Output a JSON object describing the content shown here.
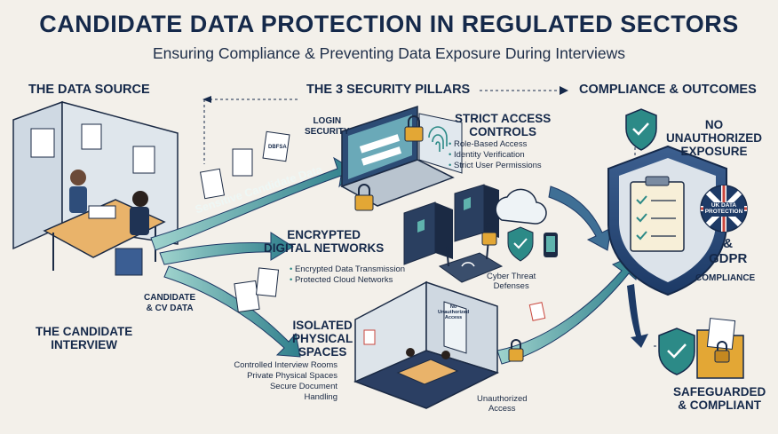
{
  "header": {
    "title": "CANDIDATE DATA PROTECTION IN REGULATED SECTORS",
    "subtitle": "Ensuring Compliance & Preventing Data Exposure During Interviews"
  },
  "sections": {
    "source": "THE DATA SOURCE",
    "pillars": "THE 3 SECURITY PILLARS",
    "outcomes": "COMPLIANCE & OUTCOMES"
  },
  "source": {
    "flow_label": "Sensitive Candidate Data",
    "candidate_cv_label": "CANDIDATE\n& CV DATA",
    "interview_label": "THE CANDIDATE\nINTERVIEW",
    "doc_tag": "DBFSA"
  },
  "pillars": {
    "login_label": "LOGIN\nSECURITY",
    "access": {
      "title": "STRICT ACCESS\nCONTROLS",
      "bullets": [
        "Role-Based Access",
        "Identity Verification",
        "Strict User Permissions"
      ]
    },
    "network": {
      "title": "ENCRYPTED\nDIGITAL NETWORKS",
      "bullets": [
        "Encrypted Data Transmission",
        "Protected Cloud Networks"
      ],
      "cyber_label": "Cyber Threat\nDefenses"
    },
    "physical": {
      "title": "ISOLATED\nPHYSICAL\nSPACES",
      "bullets": [
        "Controlled Interview Rooms",
        "Private Physical Spaces",
        "Secure Document\nHandling"
      ],
      "door_sign": "No\nUnauthorized\nAccess",
      "unauth_label": "Unauthorized\nAccess"
    }
  },
  "outcomes": {
    "no_exposure": "NO\nUNAUTHORIZED\nEXPOSURE",
    "badge_text": "UK DATA\nPROTECTION",
    "gdpr": "&\nGDPR",
    "compliance": "COMPLIANCE",
    "safeguarded": "SAFEGUARDED\n& COMPLIANT"
  },
  "colors": {
    "navy": "#15294a",
    "teal": "#2c8a87",
    "teal_light": "#5fb3ad",
    "cream": "#f3f0ea",
    "gold": "#e3a735"
  },
  "icons": [
    "shield-check-icon",
    "padlock-icon",
    "fingerprint-icon",
    "cloud-icon",
    "router-icon",
    "server-icon",
    "clipboard-icon",
    "folder-icon",
    "document-icon",
    "flag-badge-icon",
    "phone-icon"
  ]
}
